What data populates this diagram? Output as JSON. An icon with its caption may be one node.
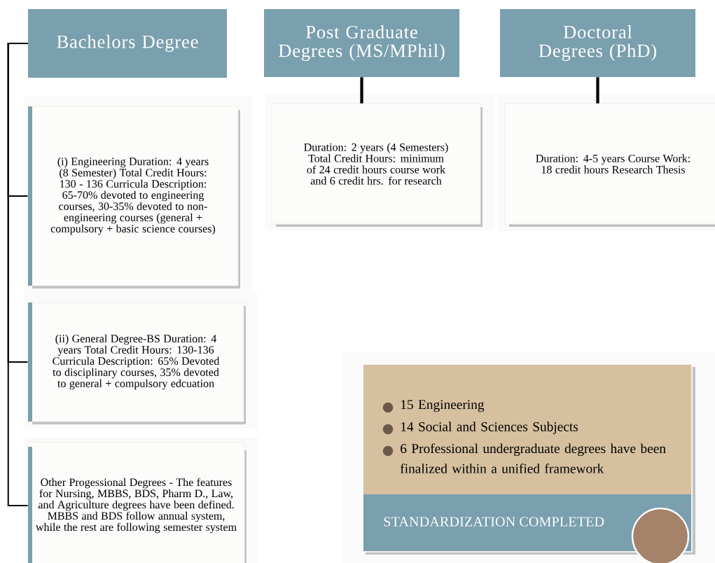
{
  "diagram": {
    "nodes": [
      {
        "text": [
          "Bachelors Degree"
        ]
      },
      {
        "text": [
          "Post Graduate Degrees (MS/MPhil)"
        ]
      },
      {
        "text": [
          "Doctoral Degrees (PhD)"
        ]
      },
      {
        "text": [
          "(i) Engineering Duration: 4 years (8 Semester) Total Credit Hours: 130 - 136 Curricula Description: 65-70% devoted to engineering courses, 30-35% devoted to non-engineering courses (general + compulsory + basic science courses)"
        ]
      },
      {
        "text": [
          "(ii) General Degree-BS Duration: 4 years Total Credit Hours: 130-136 Curricula Description: 65% Devoted to disciplinary courses, 35% devoted to general + compulsory edcuation"
        ]
      },
      {
        "text": [
          "Other Progessional Degrees - The features for Nursing, MBBS, BDS, Pharm D., Law, and Agriculture degrees have been defined. MBBS and BDS follow annual system, while the rest are following semester system"
        ]
      },
      {
        "text": [
          "Duration: 2 years (4 Semesters) Total Credit Hours: minimum of 24 credit hours course work and 6 credit hrs. for research"
        ]
      },
      {
        "text": [
          "Duration: 4-5 years Course Work: 18 credit hours Research Thesis"
        ]
      },
      {
        "text": [
          "15 Engineering",
          "14 Social and Sciences Subjects",
          "6 Professional undergraduate degrees have been finalized within a unified framework",
          "STANDARDIZATION COMPLETED"
        ]
      }
    ],
    "edges": [
      {
        "from": 0,
        "to": 3,
        "arrow": "none"
      },
      {
        "from": 0,
        "to": 4,
        "arrow": "none"
      },
      {
        "from": 0,
        "to": 5,
        "arrow": "none"
      },
      {
        "from": 1,
        "to": 6,
        "arrow": "none",
        "style": "thick"
      },
      {
        "from": 2,
        "to": 7,
        "arrow": "none",
        "style": "thick"
      }
    ]
  }
}
